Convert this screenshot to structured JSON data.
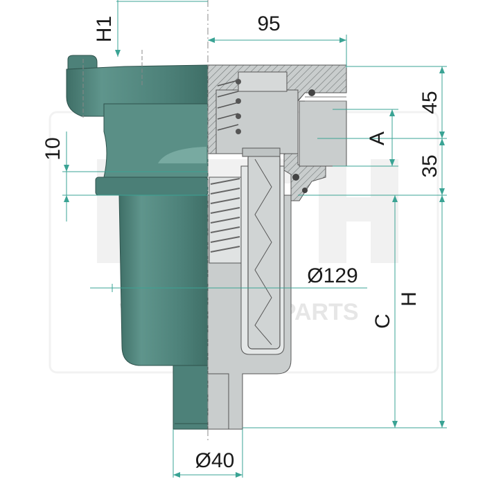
{
  "watermark": {
    "logo": "HTH",
    "url": "WWW.HOPPE.PARTS"
  },
  "dimensions": {
    "h1": "H1",
    "w95": "95",
    "d45": "45",
    "a": "A",
    "d35": "35",
    "d10": "10",
    "d129": "Ø129",
    "c": "C",
    "h": "H",
    "d40": "Ø40"
  },
  "colors": {
    "body": "#5a8f86",
    "body_dark": "#3f6f67",
    "section": "#c9cdcd",
    "section_dark": "#9aa1a1",
    "spring": "#e0e3e3",
    "dim_line": "#3aa394",
    "text": "#1a1a1a",
    "watermark": "#e6e6e6"
  }
}
